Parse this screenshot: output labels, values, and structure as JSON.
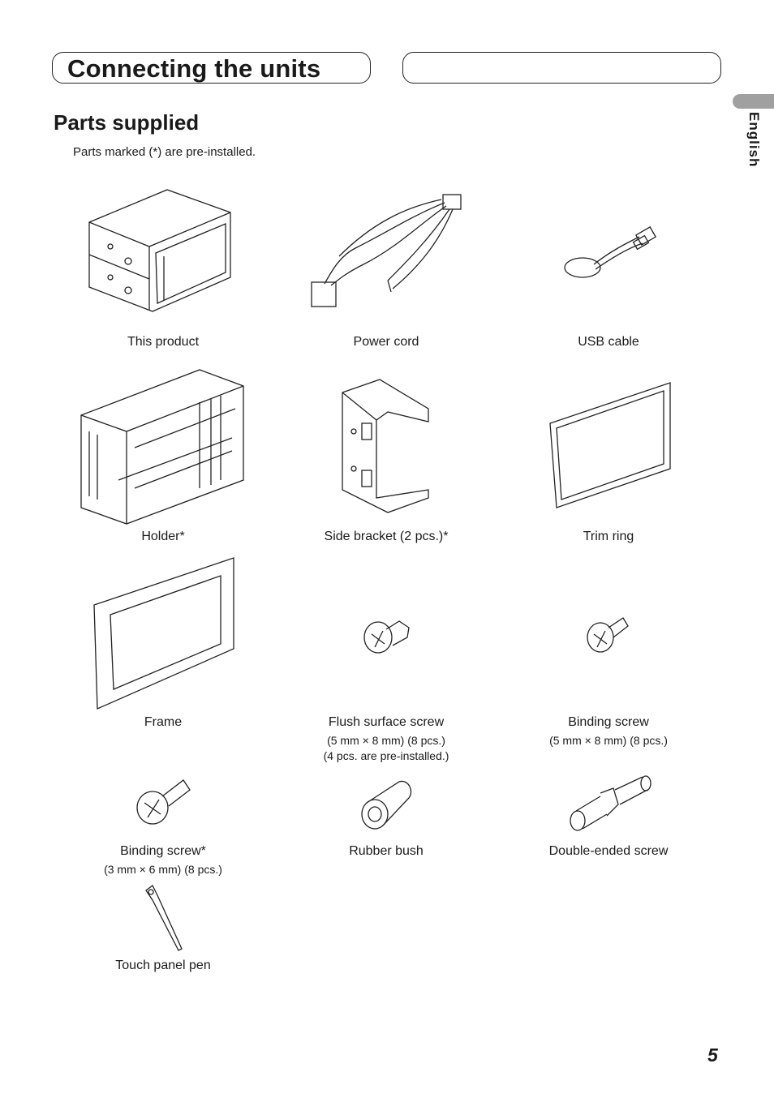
{
  "header": {
    "title": "Connecting the units"
  },
  "section": {
    "title": "Parts supplied",
    "note": "Parts marked (*) are pre-installed."
  },
  "side_tab": {
    "language": "English"
  },
  "parts": [
    {
      "label": "This product",
      "icon": "head-unit-icon"
    },
    {
      "label": "Power cord",
      "icon": "power-cord-icon"
    },
    {
      "label": "USB cable",
      "icon": "usb-cable-icon"
    },
    {
      "label": "Holder*",
      "icon": "holder-icon"
    },
    {
      "label": "Side bracket (2 pcs.)*",
      "icon": "side-bracket-icon"
    },
    {
      "label": "Trim ring",
      "icon": "trim-ring-icon"
    },
    {
      "label": "Frame",
      "icon": "frame-icon"
    },
    {
      "label": "Flush surface screw",
      "detail1": "(5 mm × 8 mm) (8 pcs.)",
      "detail2": "(4 pcs. are pre-installed.)",
      "icon": "flush-screw-icon"
    },
    {
      "label": "Binding screw",
      "detail1": "(5 mm × 8 mm) (8 pcs.)",
      "icon": "binding-screw-icon"
    },
    {
      "label": "Binding screw*",
      "detail1": "(3 mm × 6 mm) (8 pcs.)",
      "icon": "small-binding-screw-icon"
    },
    {
      "label": "Rubber bush",
      "icon": "rubber-bush-icon"
    },
    {
      "label": "Double-ended screw",
      "icon": "double-ended-screw-icon"
    },
    {
      "label": "Touch panel pen",
      "icon": "touch-pen-icon"
    }
  ],
  "page": {
    "number": "5"
  }
}
